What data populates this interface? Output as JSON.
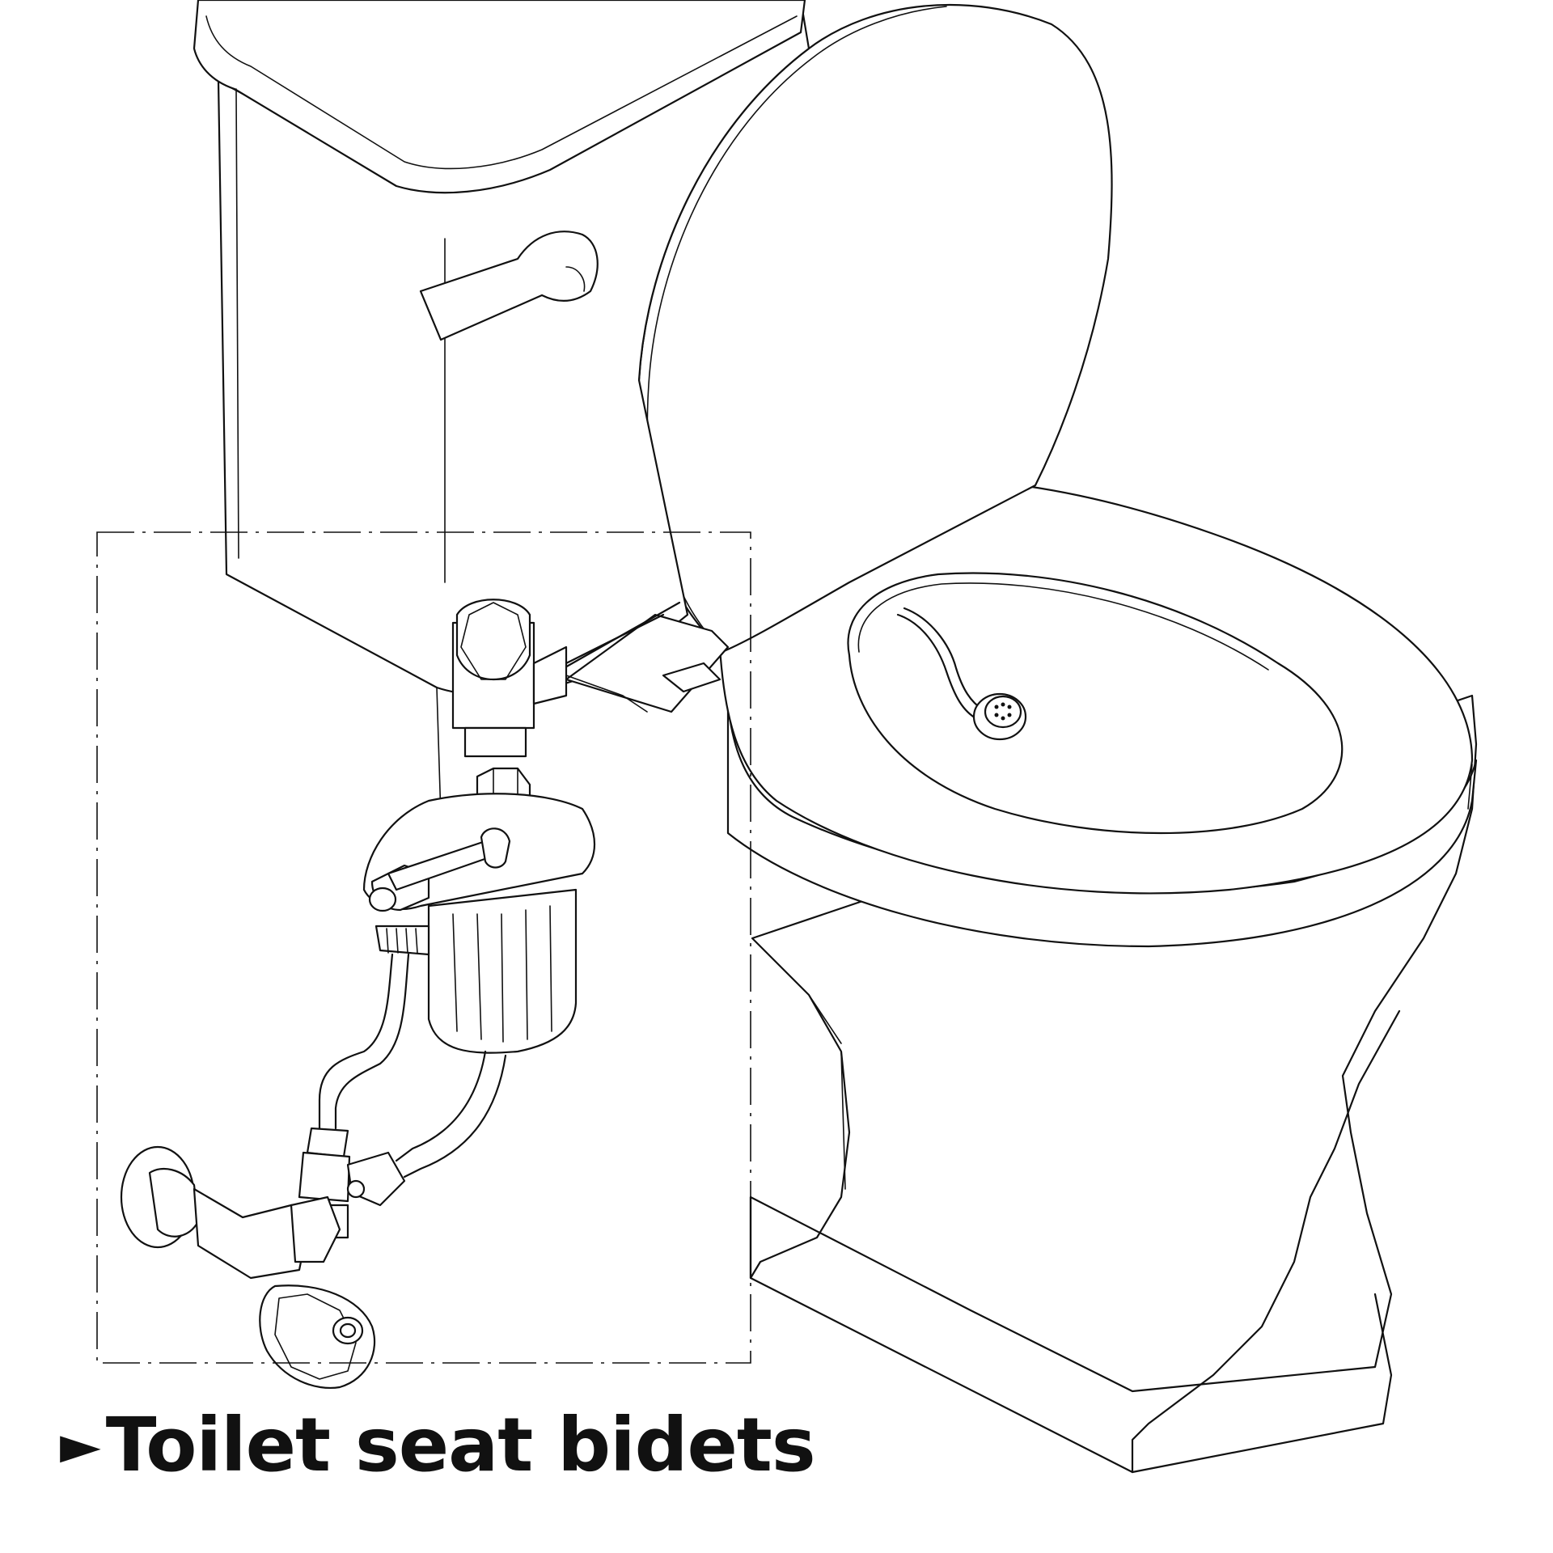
{
  "caption": {
    "marker": "►",
    "text": "Toilet seat bidets"
  },
  "illustration": {
    "subject": "toilet-with-bidet-attachment",
    "callout_style": "dash-dot"
  }
}
